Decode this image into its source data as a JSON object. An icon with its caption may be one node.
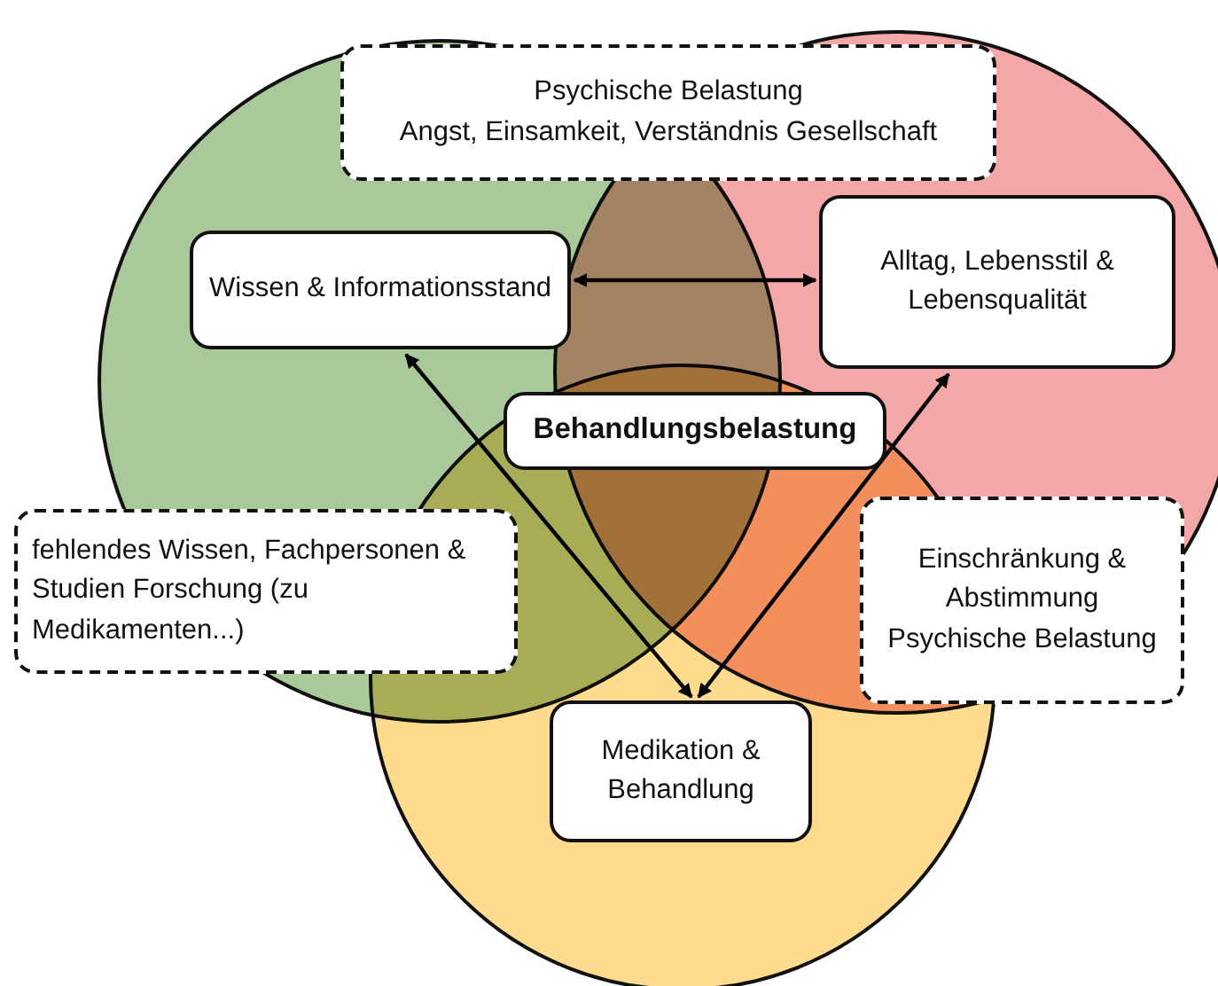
{
  "diagram": {
    "nodes": [
      {
        "text": [
          "Psychische Belastung",
          "Angst, Einsamkeit, Verständnis Gesellschaft"
        ]
      },
      {
        "text": [
          "Wissen & Informationsstand"
        ]
      },
      {
        "text": [
          "Alltag, Lebensstil & Lebensqualität"
        ]
      },
      {
        "text": [
          "Behandlungsbelastung"
        ]
      },
      {
        "text": [
          "fehlendes Wissen, Fachpersonen & Studien Forschung (zu Medikamenten...)"
        ]
      },
      {
        "text": [
          "Einschränkung & Abstimmung Psychische Belastung"
        ]
      },
      {
        "text": [
          "Medikation & Behandlung"
        ]
      }
    ],
    "edges": [
      {
        "from": 1,
        "to": 2,
        "arrow": "both"
      },
      {
        "from": 1,
        "to": 6,
        "arrow": "both"
      },
      {
        "from": 2,
        "to": 6,
        "arrow": "both"
      }
    ]
  }
}
